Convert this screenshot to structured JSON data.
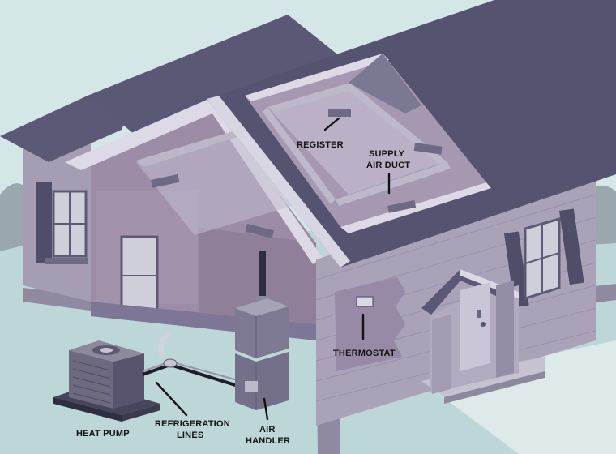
{
  "labels": {
    "register": "REGISTER",
    "supply_air_duct_1": "SUPPLY",
    "supply_air_duct_2": "AIR DUCT",
    "thermostat": "THERMOSTAT",
    "heat_pump": "HEAT PUMP",
    "refrigeration_lines_1": "REFRIGERATION",
    "refrigeration_lines_2": "LINES",
    "air_handler_1": "AIR",
    "air_handler_2": "HANDLER"
  },
  "colors": {
    "sky": "#cfe3e3",
    "ground": "#b9d4d5",
    "roof": "#55536f",
    "siding": "#a9a1b6",
    "interior": "#9e8fa7",
    "trim": "#d8d8e4",
    "duct": "#b7b2c4",
    "equipment": "#7b7790",
    "leader": "#141414"
  }
}
